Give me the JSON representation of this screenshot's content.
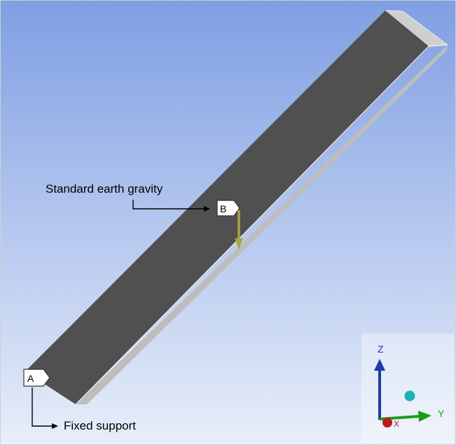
{
  "viewport": {
    "background_top": "#7f9fe3",
    "background_bottom": "#e8eef9",
    "border_color": "#d0d0d0"
  },
  "beam": {
    "top_face_color": "#505050",
    "side_face_color": "#bdbdbd",
    "end_face_color": "#cfcfcf",
    "edge_color": "#ffffff"
  },
  "loads": {
    "gravity": {
      "tag": "B",
      "annotation": "Standard earth gravity",
      "arrow_color": "#a8a83a",
      "direction_icon": "arrow-down-icon"
    },
    "fixed_support": {
      "tag": "A",
      "annotation": "Fixed support"
    }
  },
  "triad": {
    "axes": [
      {
        "label": "Z",
        "color": "#1c39b8"
      },
      {
        "label": "Y",
        "color": "#1a9e1a"
      },
      {
        "label": "X",
        "color": "#c01818"
      }
    ],
    "iso_ball_color": "#19b4b4"
  }
}
